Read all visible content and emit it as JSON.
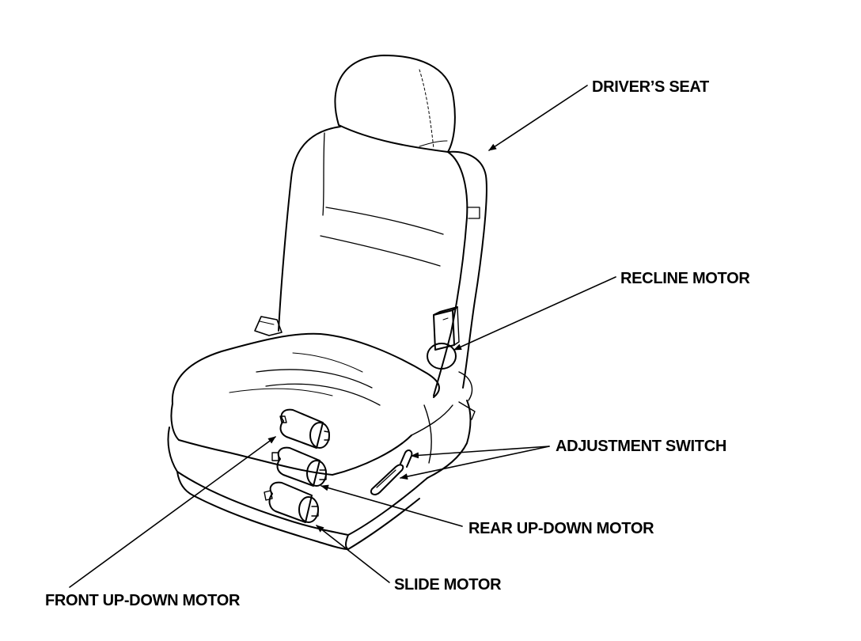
{
  "labels": {
    "drivers_seat": "DRIVER’S SEAT",
    "recline_motor": "RECLINE MOTOR",
    "adjustment_switch": "ADJUSTMENT SWITCH",
    "rear_up_down_motor": "REAR UP-DOWN MOTOR",
    "slide_motor": "SLIDE MOTOR",
    "front_up_down_motor": "FRONT UP-DOWN MOTOR"
  },
  "colors": {
    "line": "#000000",
    "background": "#ffffff"
  }
}
